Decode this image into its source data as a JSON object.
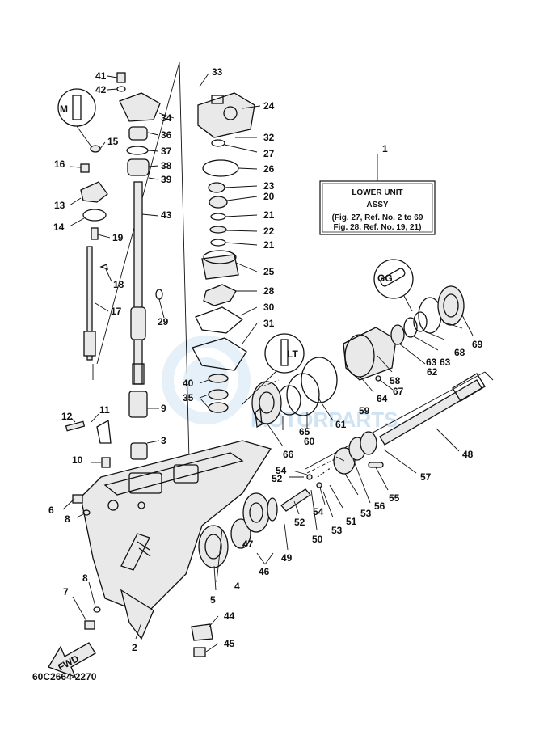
{
  "title_box": {
    "line1": "LOWER UNIT",
    "line2": "ASSY",
    "line3": "(Fig. 27, Ref. No. 2 to 69",
    "line4": "Fig. 28, Ref. No. 19, 21)"
  },
  "callouts": {
    "c1": "1",
    "c2": "2",
    "c3": "3",
    "c4": "4",
    "c5": "5",
    "c6": "6",
    "c7": "7",
    "c8a": "8",
    "c8b": "8",
    "c9": "9",
    "c10": "10",
    "c11": "11",
    "c12": "12",
    "c13": "13",
    "c14": "14",
    "c15": "15",
    "c16": "16",
    "c17": "17",
    "c18": "18",
    "c19": "19",
    "c20": "20",
    "c21a": "21",
    "c21b": "21",
    "c22": "22",
    "c23": "23",
    "c24": "24",
    "c25": "25",
    "c26": "26",
    "c27": "27",
    "c28": "28",
    "c29": "29",
    "c30": "30",
    "c31": "31",
    "c32": "32",
    "c33": "33",
    "c34": "34",
    "c35": "35",
    "c36": "36",
    "c37": "37",
    "c38": "38",
    "c39": "39",
    "c40": "40",
    "c41": "41",
    "c42": "42",
    "c43": "43",
    "c44": "44",
    "c45": "45",
    "c46": "46",
    "c47": "47",
    "c48": "48",
    "c49": "49",
    "c50": "50",
    "c51": "51",
    "c52a": "52",
    "c52b": "52",
    "c53a": "53",
    "c53b": "53",
    "c54a": "54",
    "c54b": "54",
    "c55": "55",
    "c56": "56",
    "c57": "57",
    "c58": "58",
    "c59": "59",
    "c60": "60",
    "c61": "61",
    "c62": "62",
    "c63a": "63",
    "c63b": "63",
    "c64": "64",
    "c65": "65",
    "c66": "66",
    "c67": "67",
    "c68": "68",
    "c69": "69"
  },
  "badges": {
    "m": "M",
    "gg": "GG",
    "lt": "LT"
  },
  "fwd_label": "FWD",
  "watermark": "MOTORPARTS",
  "footer_code": "60C2664-2270"
}
